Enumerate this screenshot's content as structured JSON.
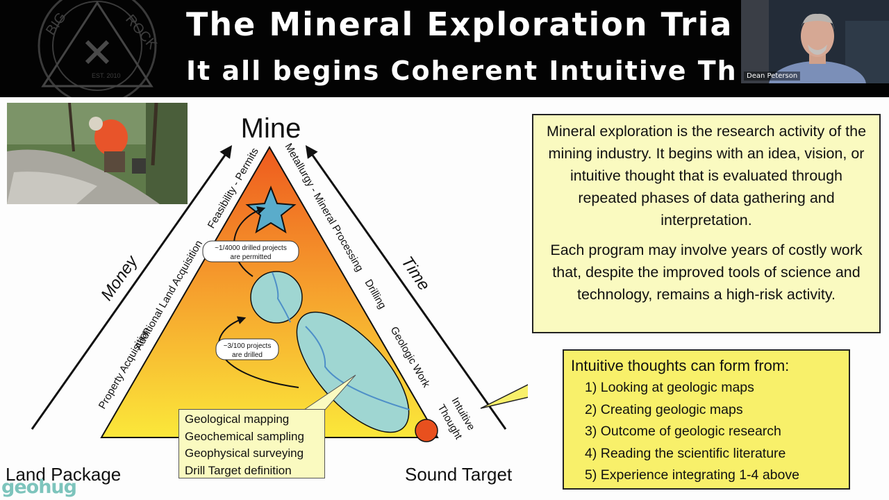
{
  "header": {
    "title": "The Mineral Exploration Tria",
    "subtitle": "It all begins Coherent Intuitive Th",
    "logo_text": "BIG ROCK EXP.",
    "logo_year": "EST. 2010"
  },
  "video": {
    "participant_name": "Dean Peterson"
  },
  "diagram": {
    "apex_label": "Mine",
    "left_axis": "Money",
    "right_axis": "Time",
    "left_steps": [
      "Property Acquisition",
      "Additional Land Acquisition",
      "Feasibility - Permits"
    ],
    "right_steps": [
      "Geologic Work",
      "Drilling",
      "Metallurgy - Mineral Processing"
    ],
    "start_label_1": "Intuitive",
    "start_label_2": "Thought",
    "callout_drilled_1": "~3/100 projects",
    "callout_drilled_2": "are drilled",
    "callout_permitted_1": "~1/4000 drilled projects",
    "callout_permitted_2": "are permitted",
    "work_items": [
      "Geological mapping",
      "Geochemical sampling",
      "Geophysical surveying",
      "Drill Target definition"
    ],
    "bottom_left": "Land Package",
    "bottom_right": "Sound Target"
  },
  "info_box": {
    "paragraph1": "Mineral exploration is the research activity of the mining industry.  It begins with an idea, vision, or intuitive thought that is evaluated through repeated phases of data gathering and interpretation.",
    "paragraph2": "Each program may involve years of costly work that, despite the improved tools of science and technology, remains a high-risk activity."
  },
  "thoughts_box": {
    "title": "Intuitive thoughts can form from:",
    "items": [
      "1) Looking at geologic maps",
      "2) Creating geologic maps",
      "3) Outcome of geologic research",
      "4) Reading the scientific literature",
      "5) Experience integrating 1-4 above"
    ]
  },
  "watermark": "geohug",
  "colors": {
    "triangle_top": "#ee5a1e",
    "triangle_bottom": "#fbe83a",
    "ellipse": "#9fd6d2",
    "start_dot": "#e8501e",
    "info_box": "#fafac0",
    "thoughts_box": "#f8f06a"
  }
}
